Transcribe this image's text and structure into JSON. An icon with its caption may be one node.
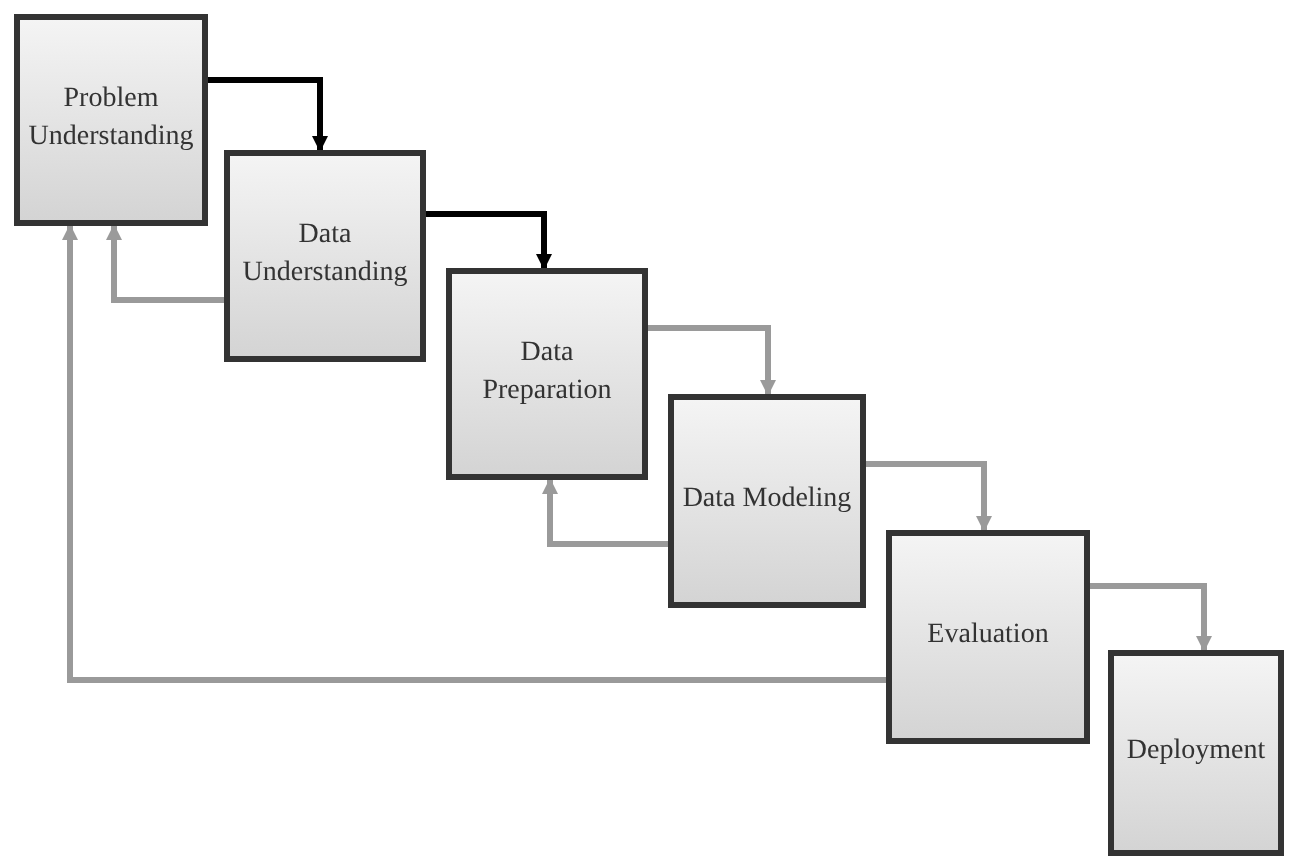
{
  "diagram": {
    "nodes": [
      {
        "text": [
          "Problem Understanding"
        ]
      },
      {
        "text": [
          "Data Understanding"
        ]
      },
      {
        "text": [
          "Data Preparation"
        ]
      },
      {
        "text": [
          "Data Modeling"
        ]
      },
      {
        "text": [
          "Evaluation"
        ]
      },
      {
        "text": [
          "Deployment"
        ]
      }
    ],
    "edges": [
      {
        "from": 0,
        "to": 1,
        "arrow": "to",
        "color": "#000000"
      },
      {
        "from": 1,
        "to": 2,
        "arrow": "to",
        "color": "#000000"
      },
      {
        "from": 2,
        "to": 3,
        "arrow": "to"
      },
      {
        "from": 3,
        "to": 4,
        "arrow": "to"
      },
      {
        "from": 4,
        "to": 5,
        "arrow": "to"
      },
      {
        "from": 1,
        "to": 0,
        "arrow": "to"
      },
      {
        "from": 3,
        "to": 2,
        "arrow": "to"
      },
      {
        "from": 4,
        "to": 0,
        "arrow": "to"
      }
    ]
  }
}
